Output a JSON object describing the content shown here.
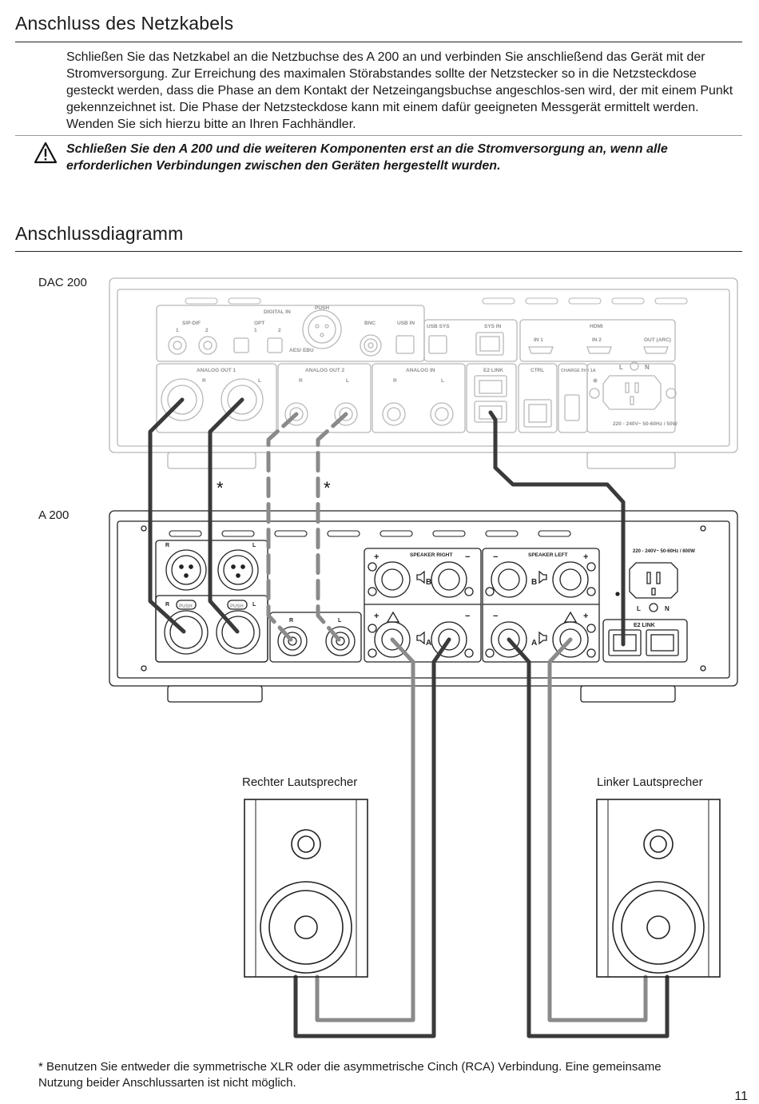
{
  "section1": {
    "heading": "Anschluss des Netzkabels",
    "paragraph": "Schließen Sie das Netzkabel an die Netzbuchse des A 200 an und verbinden Sie anschließend das Gerät mit der Stromversorgung. Zur Erreichung des maximalen Störabstandes sollte der Netzstecker so in die Netzsteckdose gesteckt werden, dass die Phase an dem Kontakt der Netzeingangsbuchse angeschlos-sen wird, der mit einem Punkt gekennzeichnet ist. Die Phase der Netzsteckdose kann mit einem dafür geeigneten Messgerät ermittelt werden. Wenden Sie sich hierzu bitte an Ihren Fachhändler.",
    "warning_icon": "warning-triangle-icon",
    "warning": "Schließen Sie den A 200 und die weiteren Komponenten erst an die Stromversorgung an, wenn alle erforderlichen Verbindungen zwischen den Geräten hergestellt wurden."
  },
  "section2": {
    "heading": "Anschlussdiagramm"
  },
  "diagram": {
    "dac_label": "DAC 200",
    "amp_label": "A 200",
    "asterisk": "*",
    "speaker_right_label": "Rechter Lautsprecher",
    "speaker_left_label": "Linker Lautsprecher",
    "dac_panel": {
      "digital_in": "DIGITAL IN",
      "spdif": "S/P-DIF",
      "opt": "OPT",
      "push": "PUSH",
      "aes_ebu": "AES/ EBU",
      "bnc": "BNC",
      "usb_in": "USB IN",
      "usb_sys": "USB SYS",
      "sys_in": "SYS IN",
      "hdmi": "HDMI",
      "in1": "IN 1",
      "in2": "IN 2",
      "out_arc": "OUT (ARC)",
      "analog_out_1": "ANALOG OUT 1",
      "analog_out_2": "ANALOG OUT 2",
      "analog_in": "ANALOG IN",
      "e2_link": "E2 LINK",
      "ctrl": "CTRL",
      "charge": "CHARGE 5V / 1A",
      "power": "220 - 240V~ 50-60Hz / 50W",
      "r": "R",
      "l": "L",
      "n": "N",
      "one": "1",
      "two": "2"
    },
    "amp_panel": {
      "speaker_right": "SPEAKER RIGHT",
      "speaker_left": "SPEAKER LEFT",
      "push": "PUSH",
      "power": "220 - 240V~ 50-60Hz / 600W",
      "e2_link": "E2 LINK",
      "a": "A",
      "b": "B",
      "r": "R",
      "l": "L",
      "n": "N",
      "plus": "+",
      "minus": "−"
    }
  },
  "footnote": "* Benutzen Sie entweder die symmetrische XLR oder die asymmetrische Cinch (RCA) Verbindung. Eine gemeinsame Nutzung beider Anschlussarten ist nicht möglich.",
  "page_number": "11"
}
